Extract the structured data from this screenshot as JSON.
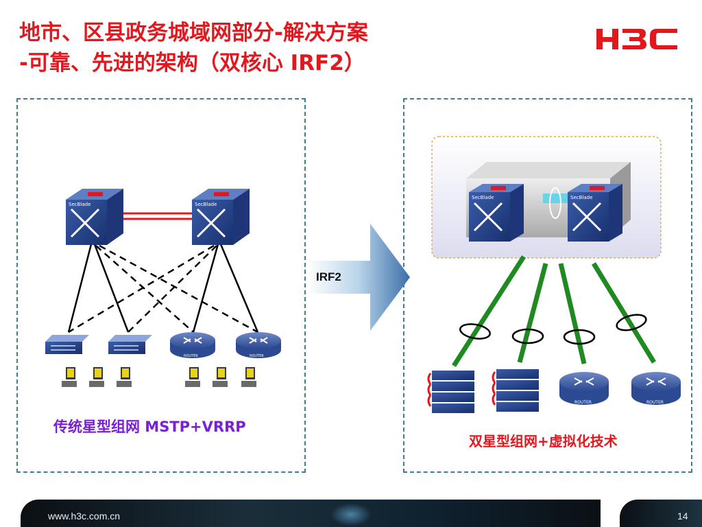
{
  "title": {
    "line1": "地市、区县政务城域网部分-解决方案",
    "line2": "-可靠、先进的架构（双核心 IRF2）"
  },
  "logo": {
    "text": "H3C"
  },
  "arrow": {
    "label": "IRF2"
  },
  "left_panel": {
    "caption": "传统星型组网 MSTP+VRRP",
    "core_switch_label": "SecBlade",
    "router_label": "ROUTER"
  },
  "right_panel": {
    "caption": "双星型组网+虚拟化技术",
    "core_switch_label": "SecBlade",
    "router_label": "ROUTER"
  },
  "footer": {
    "url": "www.h3c.com.cn",
    "page": "14"
  },
  "colors": {
    "title": "#e1191f",
    "left_caption": "#7a1fd6",
    "right_caption": "#e1191f",
    "panel_border": "#3c7f93",
    "link_green": "#1f8a1f"
  }
}
